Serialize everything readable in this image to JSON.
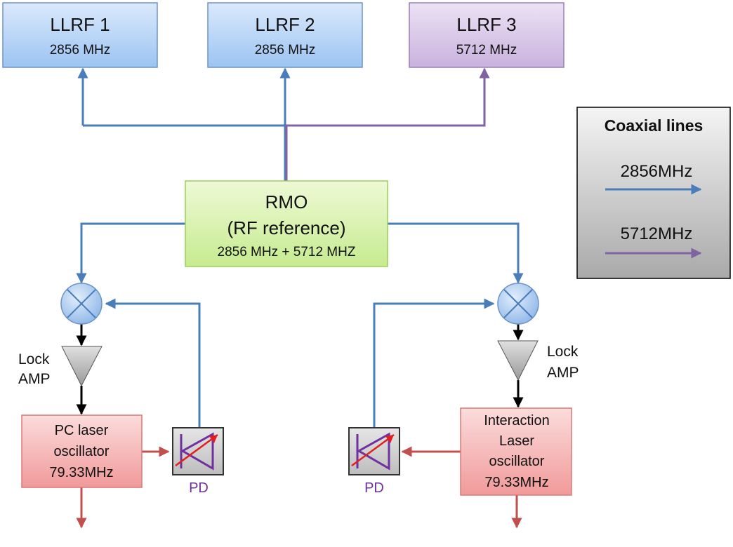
{
  "llrf1": {
    "name": "LLRF 1",
    "freq": "2856 MHz"
  },
  "llrf2": {
    "name": "LLRF 2",
    "freq": "2856 MHz"
  },
  "llrf3": {
    "name": "LLRF 3",
    "freq": "5712 MHz"
  },
  "rmo": {
    "line1": "RMO",
    "line2": "(RF reference)",
    "line3": "2856 MHz + 5712 MHZ"
  },
  "legend": {
    "title": "Coaxial lines",
    "item1": "2856MHz",
    "item2": "5712MHz",
    "color1": "#4a7ebb",
    "color2": "#8064a2"
  },
  "left_chain": {
    "amp_line1": "Lock",
    "amp_line2": "AMP",
    "osc_line1": "PC laser",
    "osc_line2": "oscillator",
    "osc_line3": "79.33MHz",
    "pd": "PD"
  },
  "right_chain": {
    "amp_line1": "Lock",
    "amp_line2": "AMP",
    "osc_line1": "Interaction",
    "osc_line2": "Laser",
    "osc_line3": "oscillator",
    "osc_line4": "79.33MHz",
    "pd": "PD"
  },
  "colors": {
    "blue_line": "#4a7ebb",
    "purple_line": "#8064a2",
    "red_line": "#c0504d",
    "black_line": "#000000"
  }
}
